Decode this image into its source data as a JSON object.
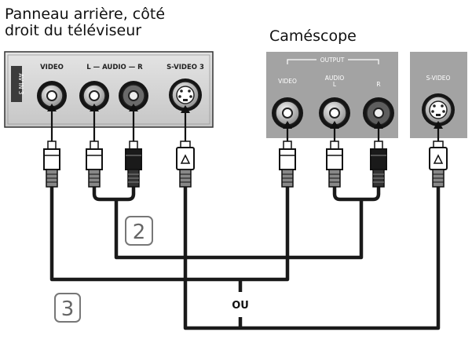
{
  "tv_panel": {
    "title_line1": "Panneau arrière, côté",
    "title_line2": "droit du téléviseur",
    "side_label": "AV IN 3",
    "video_label": "VIDEO",
    "audio_label": "L — AUDIO — R",
    "svideo_label": "S-VIDEO 3"
  },
  "camcorder": {
    "title": "Caméscope",
    "output_label": "OUTPUT",
    "video_label": "VIDEO",
    "audio_label": "AUDIO",
    "l_label": "L",
    "r_label": "R",
    "svideo_label": "S-VIDEO"
  },
  "steps": {
    "step2": "2",
    "step3": "3",
    "or_label": "OU"
  }
}
